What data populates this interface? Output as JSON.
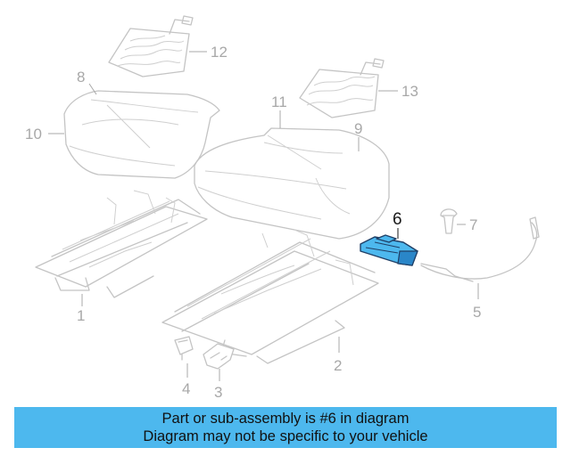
{
  "diagram": {
    "highlighted_part": "6",
    "colors": {
      "highlight": "#4db8ee",
      "outline": "#1f3f66",
      "part_lines": "#c4c4c4",
      "banner": "#4db8ee"
    },
    "callouts": {
      "c1": "1",
      "c2": "2",
      "c3": "3",
      "c4": "4",
      "c5": "5",
      "c6": "6",
      "c7": "7",
      "c8": "8",
      "c9": "9",
      "c10": "10",
      "c11": "11",
      "c12": "12",
      "c13": "13"
    }
  },
  "banner": {
    "line1": "Part or sub-assembly is #6 in diagram",
    "line2": "Diagram may not be specific to your vehicle"
  }
}
